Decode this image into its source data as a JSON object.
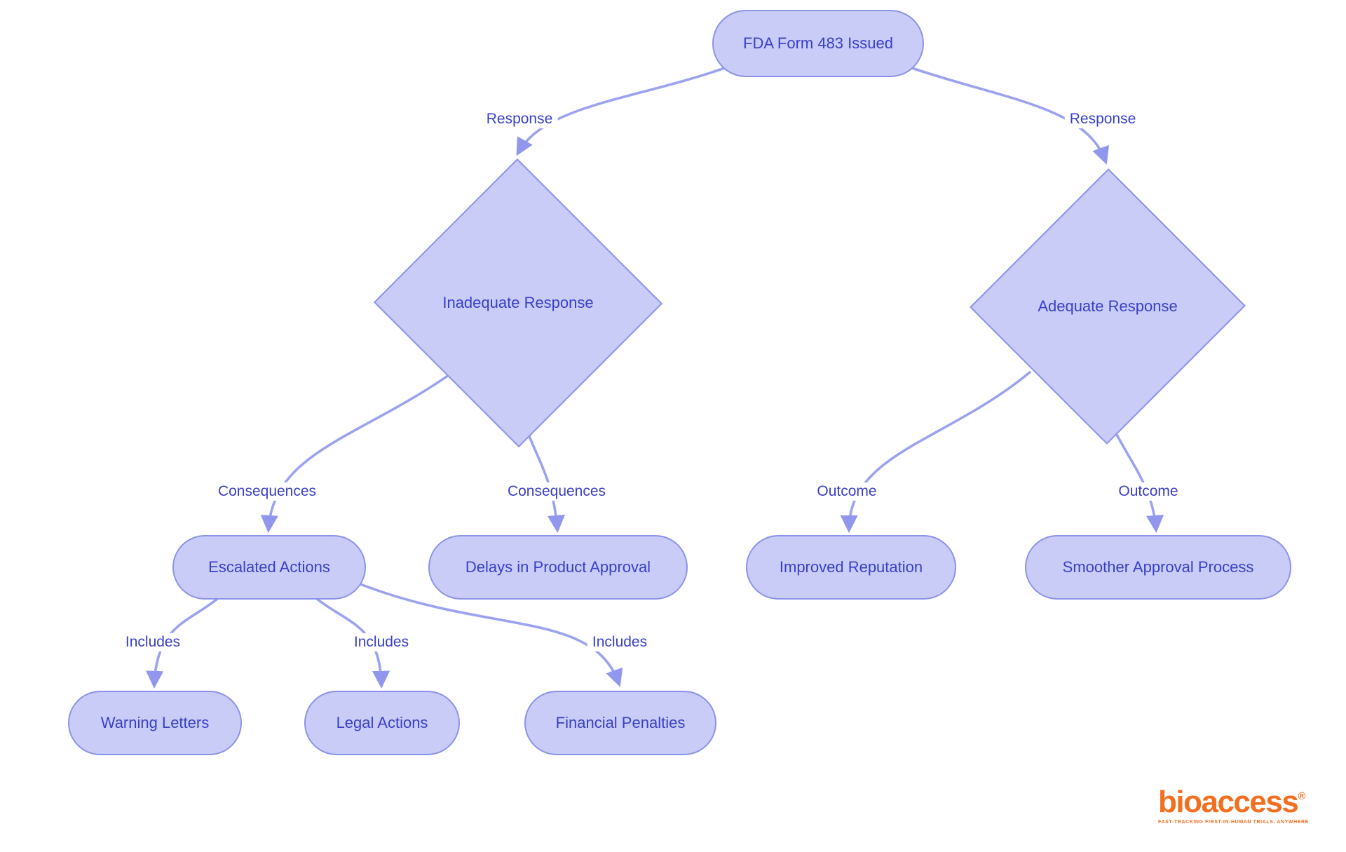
{
  "diagram": {
    "title_hint": "FDA Form 483 response flowchart",
    "nodes": {
      "fda": {
        "label": "FDA Form 483 Issued",
        "shape": "stadium"
      },
      "inadequate": {
        "label": "Inadequate Response",
        "shape": "diamond"
      },
      "adequate": {
        "label": "Adequate Response",
        "shape": "diamond"
      },
      "escalated": {
        "label": "Escalated Actions",
        "shape": "stadium"
      },
      "delays": {
        "label": "Delays in Product Approval",
        "shape": "stadium"
      },
      "improved": {
        "label": "Improved Reputation",
        "shape": "stadium"
      },
      "smoother": {
        "label": "Smoother Approval Process",
        "shape": "stadium"
      },
      "warning": {
        "label": "Warning Letters",
        "shape": "stadium"
      },
      "legal": {
        "label": "Legal Actions",
        "shape": "stadium"
      },
      "financial": {
        "label": "Financial Penalties",
        "shape": "stadium"
      }
    },
    "edges": [
      {
        "from": "fda",
        "to": "inadequate",
        "label": "Response"
      },
      {
        "from": "fda",
        "to": "adequate",
        "label": "Response"
      },
      {
        "from": "inadequate",
        "to": "escalated",
        "label": "Consequences"
      },
      {
        "from": "inadequate",
        "to": "delays",
        "label": "Consequences"
      },
      {
        "from": "adequate",
        "to": "improved",
        "label": "Outcome"
      },
      {
        "from": "adequate",
        "to": "smoother",
        "label": "Outcome"
      },
      {
        "from": "escalated",
        "to": "warning",
        "label": "Includes"
      },
      {
        "from": "escalated",
        "to": "legal",
        "label": "Includes"
      },
      {
        "from": "escalated",
        "to": "financial",
        "label": "Includes"
      }
    ],
    "colors": {
      "node_fill": "#c9ccf6",
      "node_border": "#8b93e9",
      "node_text": "#3a3fc6",
      "edge_line": "#9ba3ef",
      "edge_arrow": "#9097ec",
      "label_text": "#3a3fc6",
      "background": "#ffffff"
    }
  },
  "branding": {
    "wordmark": "bioaccess",
    "registered_mark": "®",
    "tagline": "FAST-TRACKING FIRST-IN-HUMAN TRIALS, ANYWHERE",
    "color": "#f26f1f"
  }
}
